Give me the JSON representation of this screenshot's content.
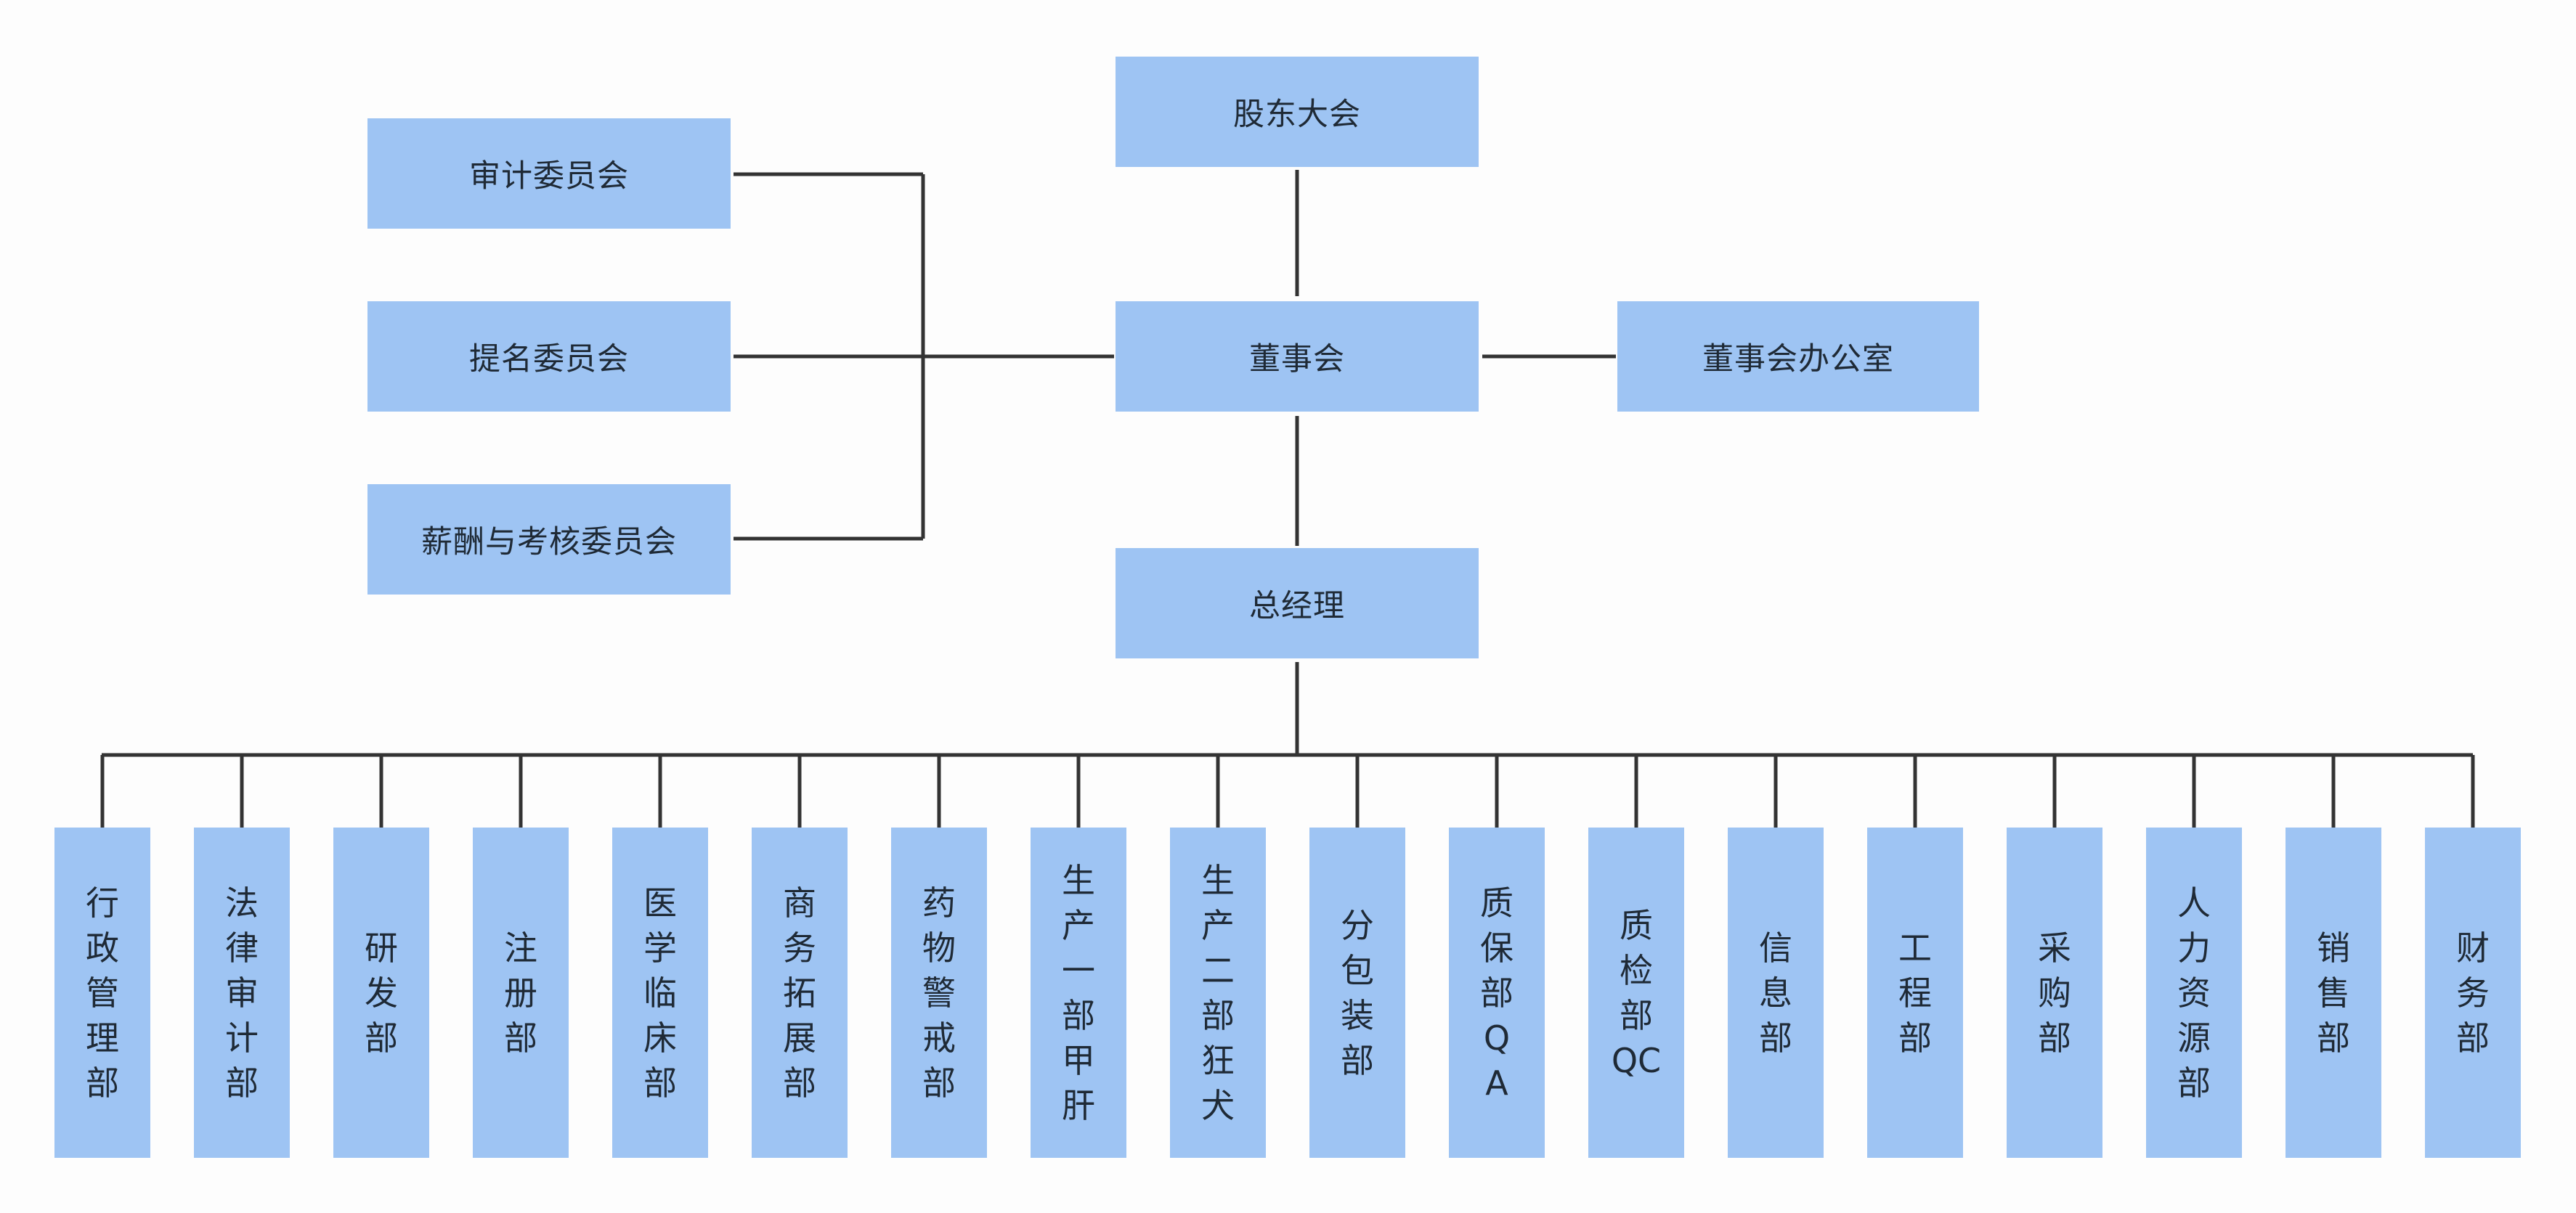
{
  "shareholders": "股东大会",
  "board": "董事会",
  "board_office": "董事会办公室",
  "general_manager": "总经理",
  "committees": [
    "审计委员会",
    "提名委员会",
    "薪酬与考核委员会"
  ],
  "departments": [
    "行政管理部",
    "法律审计部",
    "研发部",
    "注册部",
    "医学临床部",
    "商务拓展部",
    "药物警戒部",
    "生产一部甲肝",
    "生产二部狂犬",
    "分包装部",
    "质保部QA",
    "质检部QC",
    "信息部",
    "工程部",
    "采购部",
    "人力资源部",
    "销售部",
    "财务部"
  ],
  "colors": {
    "box_fill": "#9ec4f3",
    "line": "#333333",
    "text": "#1f2a36"
  }
}
